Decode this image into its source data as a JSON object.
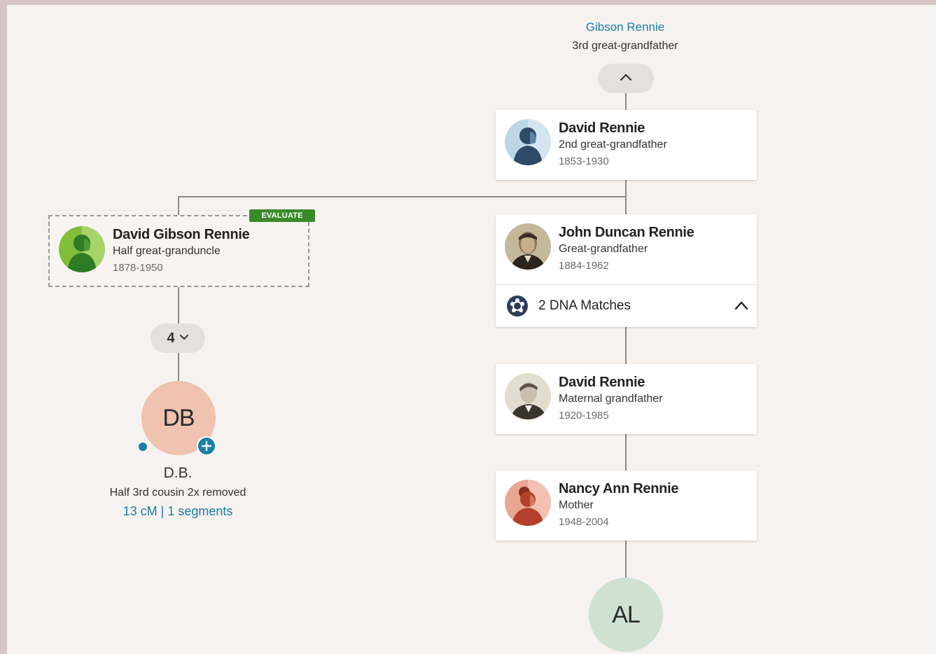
{
  "ancestor_top": {
    "name": "Gibson Rennie",
    "relation": "3rd great-grandfather"
  },
  "people": {
    "david_rennie_sr": {
      "name": "David Rennie",
      "relation": "2nd great-grandfather",
      "dates": "1853-1930",
      "avatar": "silhouette-male-blue"
    },
    "john_duncan": {
      "name": "John Duncan Rennie",
      "relation": "Great-grandfather",
      "dates": "1884-1962",
      "avatar": "photo-portrait"
    },
    "david_rennie_jr": {
      "name": "David Rennie",
      "relation": "Maternal grandfather",
      "dates": "1920-1985",
      "avatar": "photo-portrait"
    },
    "nancy": {
      "name": "Nancy Ann Rennie",
      "relation": "Mother",
      "dates": "1948-2004",
      "avatar": "silhouette-female-red"
    },
    "david_gibson": {
      "name": "David Gibson Rennie",
      "relation": "Half great-granduncle",
      "dates": "1878-1950",
      "avatar": "silhouette-male-green",
      "badge": "EVALUATE"
    }
  },
  "dna_matches": {
    "label": "2 DNA Matches"
  },
  "collapsed_count": {
    "value": "4"
  },
  "match": {
    "initials": "DB",
    "name": "D.B.",
    "relation": "Half 3rd cousin 2x removed",
    "shared_dna": "13 cM | 1 segments"
  },
  "self": {
    "initials": "AL"
  },
  "colors": {
    "link": "#1a7fa6",
    "badge": "#3a8a2a",
    "match_bg": "#efc3af",
    "self_bg": "#cfe2d2"
  }
}
